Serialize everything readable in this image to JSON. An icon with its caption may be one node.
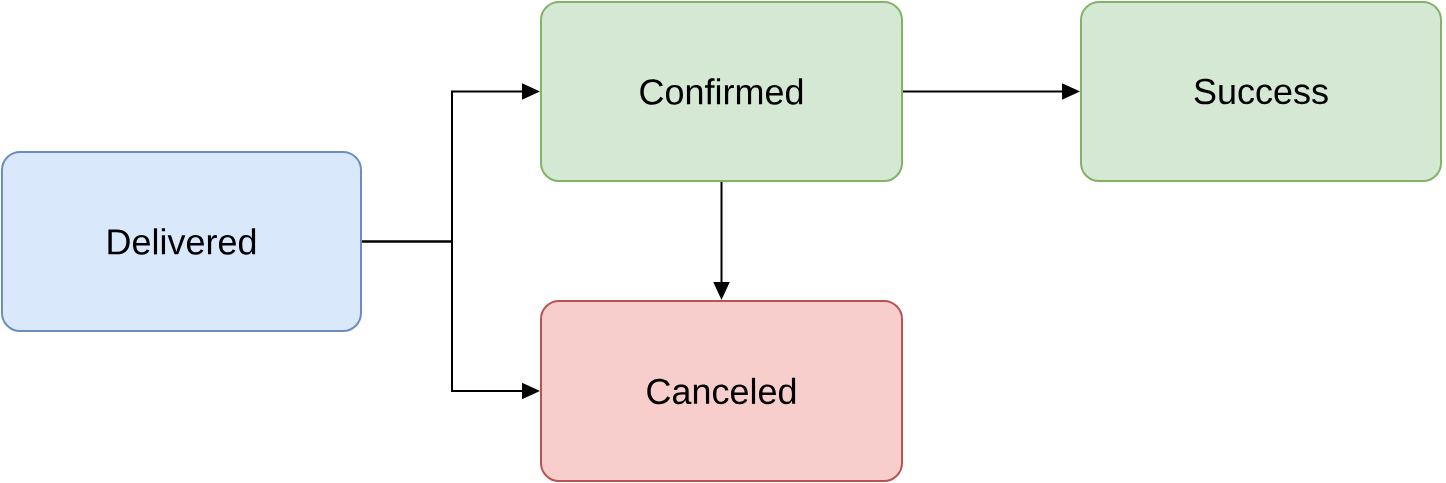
{
  "diagram": {
    "nodes": [
      {
        "text": [
          "Delivered"
        ]
      },
      {
        "text": [
          "Confirmed"
        ]
      },
      {
        "text": [
          "Success"
        ]
      },
      {
        "text": [
          "Canceled"
        ]
      }
    ],
    "edges": [
      {
        "from": 0,
        "to": 1,
        "arrow": "to"
      },
      {
        "from": 0,
        "to": 3,
        "arrow": "to"
      },
      {
        "from": 1,
        "to": 2,
        "arrow": "to"
      },
      {
        "from": 1,
        "to": 3,
        "arrow": "to"
      }
    ]
  }
}
